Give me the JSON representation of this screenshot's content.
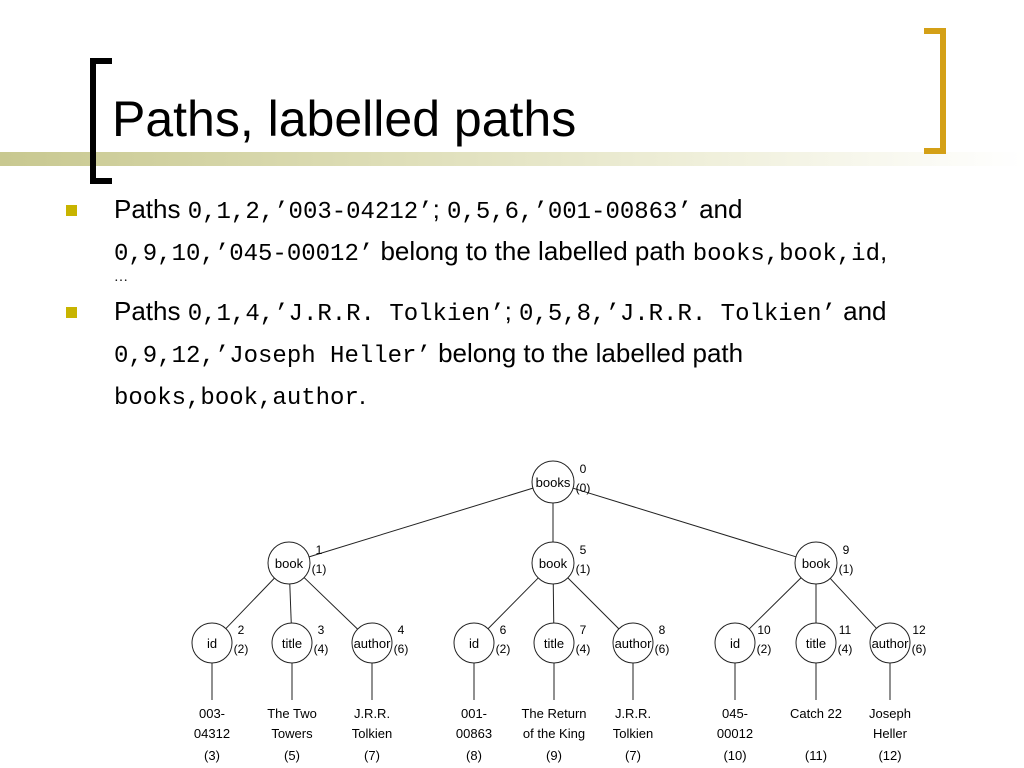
{
  "slide": {
    "title": "Paths, labelled paths",
    "bullet1": {
      "t1": "Paths ",
      "m1": "0,1,2,’003-04212’",
      "t2": "; ",
      "m2": "0,5,6,’001-00863’",
      "t3": " and ",
      "m3": "0,9,10,’045-00012’",
      "t4": " belong to the labelled path ",
      "m4": "books,book,id",
      "t5": ","
    },
    "ellipsis": "…",
    "bullet2": {
      "t1": "Paths ",
      "m1": "0,1,4,’J.R.R. Tolkien’",
      "t2": "; ",
      "m2": "0,5,8,’J.R.R. Tolkien’",
      "t3": " and ",
      "m3": "0,9,12,’Joseph Heller’",
      "t4": " belong to the labelled path ",
      "m4": "books,book,author",
      "t5": "."
    }
  },
  "colors": {
    "bullet": "#c8b400",
    "accent_bracket": "#d4a017",
    "band": "#c8c890"
  },
  "tree": {
    "nodes": [
      {
        "id": "n0",
        "label": "books",
        "num": "0",
        "tag": "(0)"
      },
      {
        "id": "n1",
        "label": "book",
        "num": "1",
        "tag": "(1)",
        "parent": "n0"
      },
      {
        "id": "n5",
        "label": "book",
        "num": "5",
        "tag": "(1)",
        "parent": "n0"
      },
      {
        "id": "n9",
        "label": "book",
        "num": "9",
        "tag": "(1)",
        "parent": "n0"
      },
      {
        "id": "n2",
        "label": "id",
        "num": "2",
        "tag": "(2)",
        "parent": "n1"
      },
      {
        "id": "n3",
        "label": "title",
        "num": "3",
        "tag": "(4)",
        "parent": "n1"
      },
      {
        "id": "n4",
        "label": "author",
        "num": "4",
        "tag": "(6)",
        "parent": "n1"
      },
      {
        "id": "n6",
        "label": "id",
        "num": "6",
        "tag": "(2)",
        "parent": "n5"
      },
      {
        "id": "n7",
        "label": "title",
        "num": "7",
        "tag": "(4)",
        "parent": "n5"
      },
      {
        "id": "n8",
        "label": "author",
        "num": "8",
        "tag": "(6)",
        "parent": "n5"
      },
      {
        "id": "n10",
        "label": "id",
        "num": "10",
        "tag": "(2)",
        "parent": "n9"
      },
      {
        "id": "n11",
        "label": "title",
        "num": "11",
        "tag": "(4)",
        "parent": "n9"
      },
      {
        "id": "n12",
        "label": "author",
        "num": "12",
        "tag": "(6)",
        "parent": "n9"
      }
    ],
    "leaves": [
      {
        "parent": "n2",
        "lines": [
          "003-",
          "04312",
          "(3)"
        ]
      },
      {
        "parent": "n3",
        "lines": [
          "The Two",
          "Towers",
          "(5)"
        ]
      },
      {
        "parent": "n4",
        "lines": [
          "J.R.R.",
          "Tolkien",
          "(7)"
        ]
      },
      {
        "parent": "n6",
        "lines": [
          "001-",
          "00863",
          "(8)"
        ]
      },
      {
        "parent": "n7",
        "lines": [
          "The Return",
          "of the King",
          "(9)"
        ]
      },
      {
        "parent": "n8",
        "lines": [
          "J.R.R.",
          "Tolkien",
          "(7)"
        ]
      },
      {
        "parent": "n10",
        "lines": [
          "045-",
          "00012",
          "(10)"
        ]
      },
      {
        "parent": "n11",
        "lines": [
          "Catch 22",
          "",
          "(11)"
        ]
      },
      {
        "parent": "n12",
        "lines": [
          "Joseph",
          "Heller",
          "(12)"
        ]
      }
    ]
  }
}
